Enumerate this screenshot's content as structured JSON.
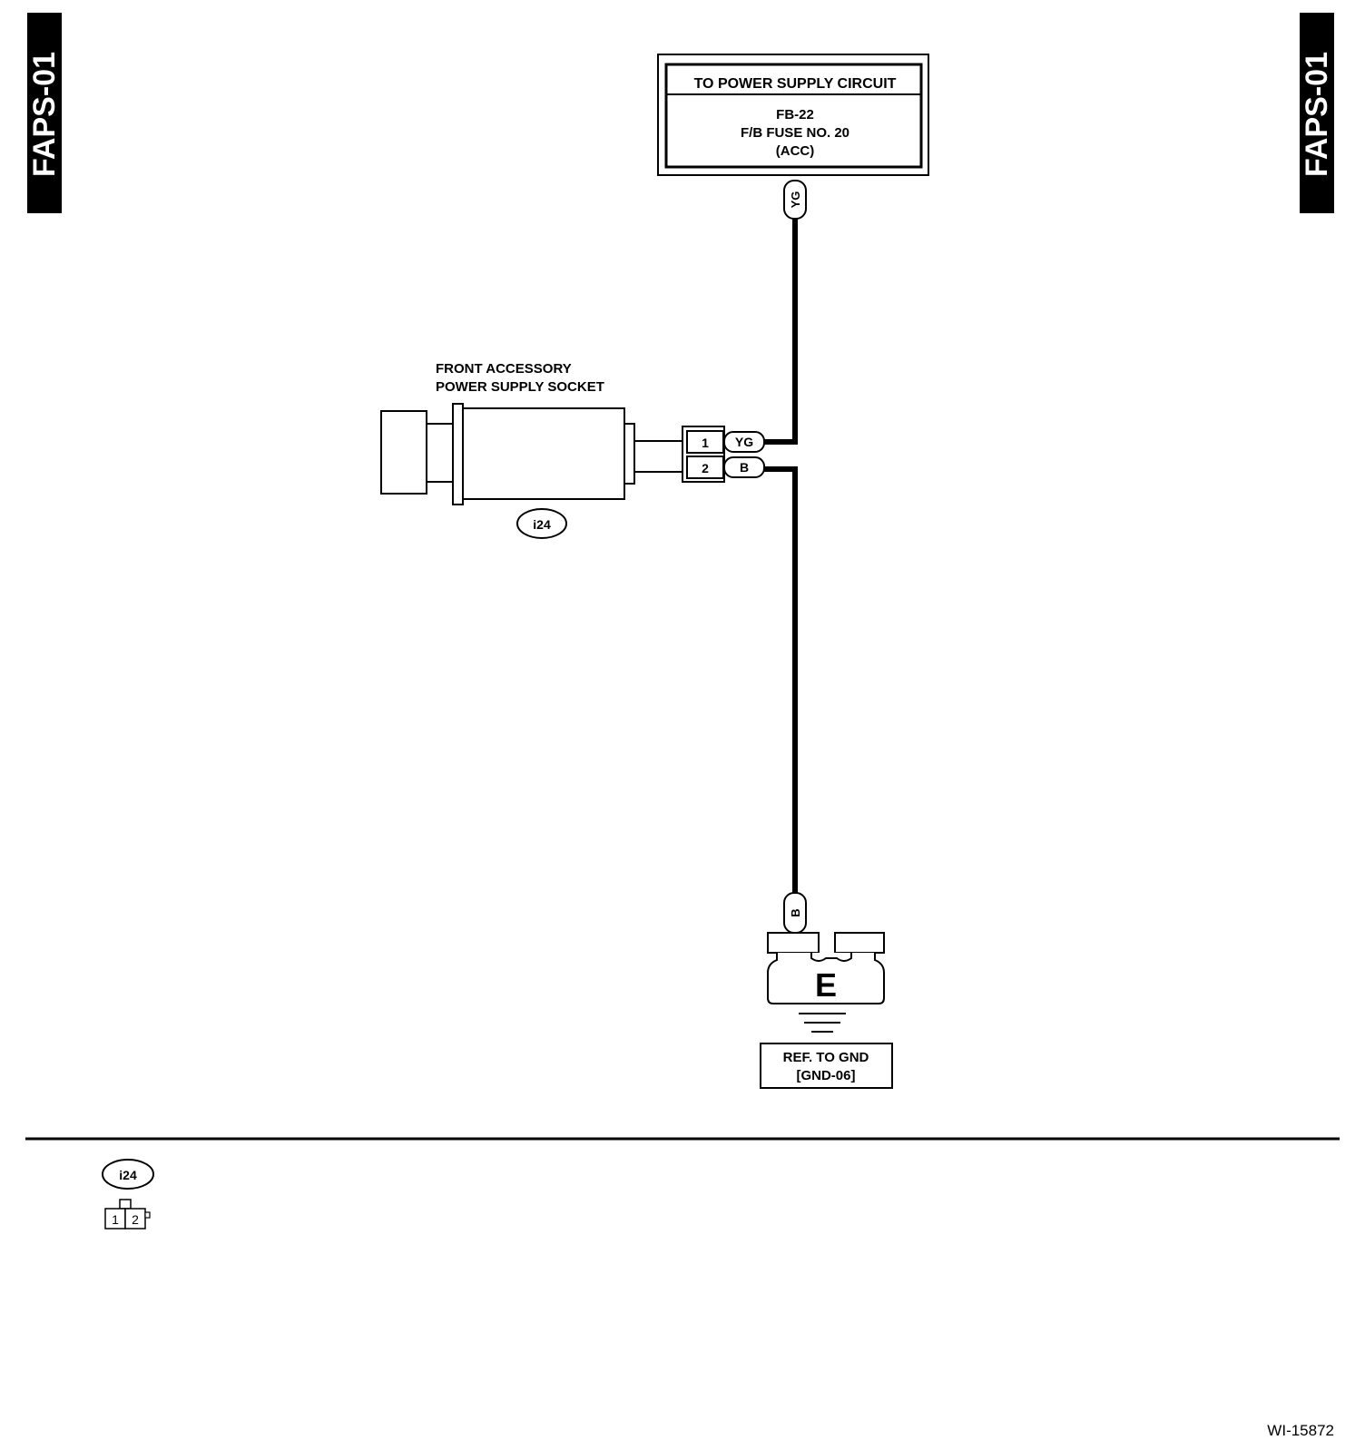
{
  "page_codes": {
    "left": "FAPS-01",
    "right": "FAPS-01"
  },
  "power_box": {
    "header": "TO POWER SUPPLY CIRCUIT",
    "line1": "FB-22",
    "line2": "F/B FUSE NO. 20",
    "line3": "(ACC)"
  },
  "wires": {
    "top_wire_color": "YG",
    "bottom_wire_color": "B"
  },
  "socket": {
    "title_line1": "FRONT ACCESSORY",
    "title_line2": "POWER SUPPLY SOCKET",
    "connector_id": "i24",
    "pins": [
      {
        "pin": "1",
        "color": "YG"
      },
      {
        "pin": "2",
        "color": "B"
      }
    ]
  },
  "ground": {
    "letter": "E",
    "ref_line1": "REF. TO GND",
    "ref_line2": "[GND-06]"
  },
  "legend": {
    "connector_id": "i24",
    "pin1": "1",
    "pin2": "2"
  },
  "figure_id": "WI-15872"
}
